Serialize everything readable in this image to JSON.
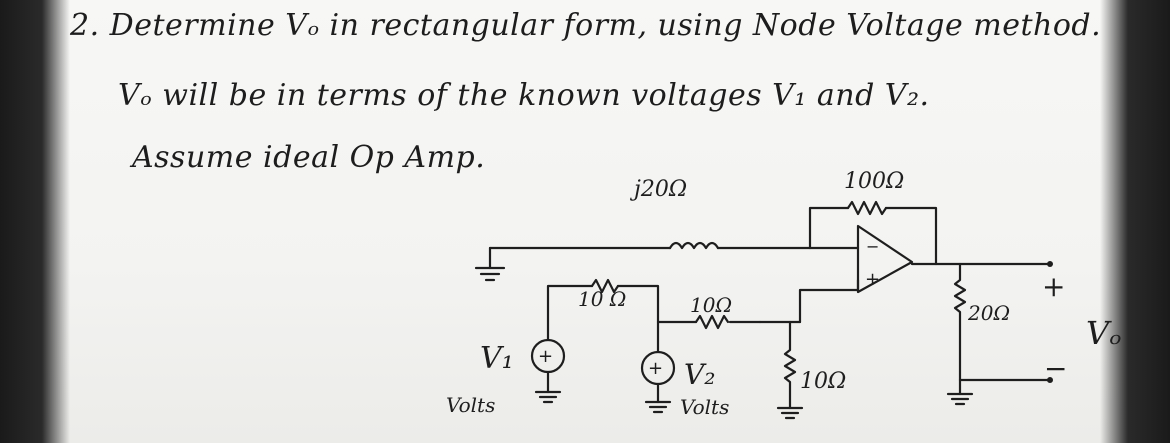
{
  "problem": {
    "number": "2.",
    "line1": "Determine Vₒ in rectangular form, using Node Voltage method.",
    "line2": "Vₒ will be in terms of the known voltages V₁ and V₂.",
    "line3": "Assume ideal Op Amp."
  },
  "circuit": {
    "resistor_left_label": "10 Ω",
    "resistor_mid_label": "10Ω",
    "inductor_label": "j20Ω",
    "feedback_label": "100Ω",
    "shunt_label": "10Ω",
    "load_label": "20Ω",
    "source1_label": "V₁",
    "source1_unit": "Volts",
    "source2_label": "V₂",
    "source2_unit": "Volts",
    "plus_sign": "+",
    "output_plus": "+",
    "output_minus": "−",
    "output_label": "Vₒ",
    "opamp_minus": "−",
    "opamp_plus": "+"
  }
}
